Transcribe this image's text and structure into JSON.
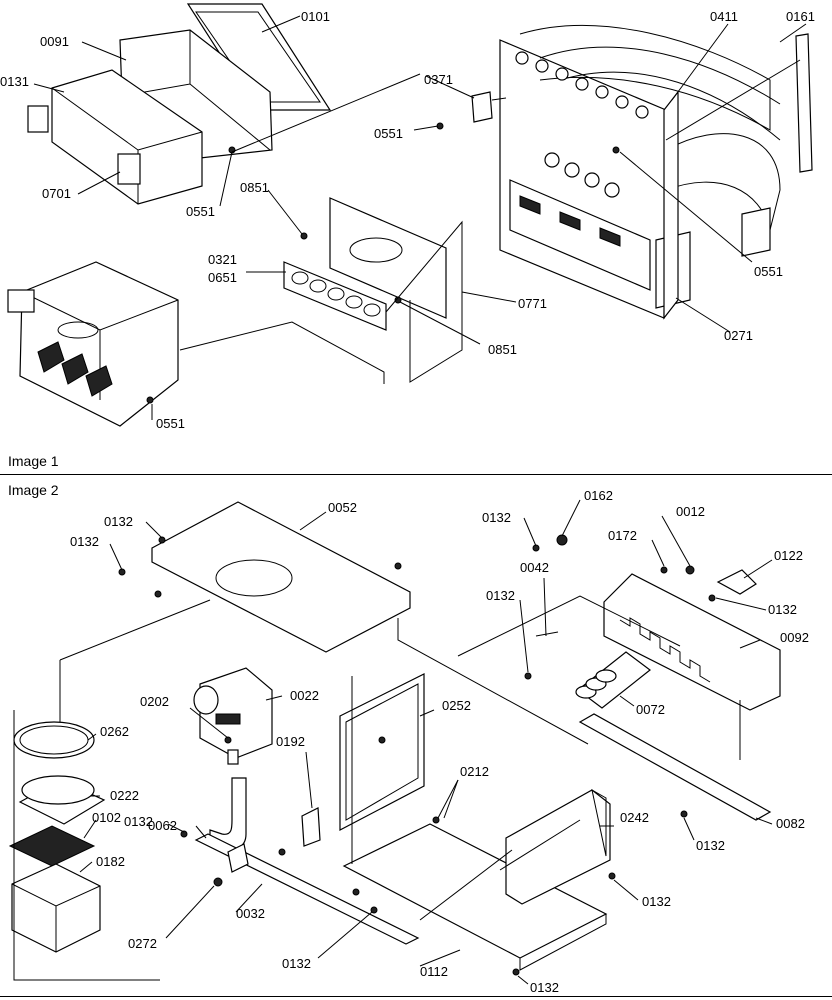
{
  "captions": {
    "image1": "Image 1",
    "image2": "Image 2"
  },
  "colors": {
    "ink": "#000000",
    "paper": "#ffffff"
  },
  "image1_labels": [
    {
      "id": "l1-0101",
      "text": "0101"
    },
    {
      "id": "l1-0091",
      "text": "0091"
    },
    {
      "id": "l1-0131",
      "text": "0131"
    },
    {
      "id": "l1-0701",
      "text": "0701"
    },
    {
      "id": "l1-0551a",
      "text": "0551"
    },
    {
      "id": "l1-0371",
      "text": "0371"
    },
    {
      "id": "l1-0551b",
      "text": "0551"
    },
    {
      "id": "l1-0411",
      "text": "0411"
    },
    {
      "id": "l1-0161",
      "text": "0161"
    },
    {
      "id": "l1-0851a",
      "text": "0851"
    },
    {
      "id": "l1-0321",
      "text": "0321"
    },
    {
      "id": "l1-0651",
      "text": "0651"
    },
    {
      "id": "l1-0771",
      "text": "0771"
    },
    {
      "id": "l1-0851b",
      "text": "0851"
    },
    {
      "id": "l1-0551c",
      "text": "0551"
    },
    {
      "id": "l1-0551d",
      "text": "0551"
    },
    {
      "id": "l1-0271",
      "text": "0271"
    }
  ],
  "image2_labels": [
    {
      "id": "l2-0132a",
      "text": "0132"
    },
    {
      "id": "l2-0132b",
      "text": "0132"
    },
    {
      "id": "l2-0052",
      "text": "0052"
    },
    {
      "id": "l2-0132c",
      "text": "0132"
    },
    {
      "id": "l2-0162",
      "text": "0162"
    },
    {
      "id": "l2-0012",
      "text": "0012"
    },
    {
      "id": "l2-0172",
      "text": "0172"
    },
    {
      "id": "l2-0042",
      "text": "0042"
    },
    {
      "id": "l2-0122",
      "text": "0122"
    },
    {
      "id": "l2-0132d",
      "text": "0132"
    },
    {
      "id": "l2-0132e",
      "text": "0132"
    },
    {
      "id": "l2-0092",
      "text": "0092"
    },
    {
      "id": "l2-0202",
      "text": "0202"
    },
    {
      "id": "l2-0022",
      "text": "0022"
    },
    {
      "id": "l2-0252",
      "text": "0252"
    },
    {
      "id": "l2-0262",
      "text": "0262"
    },
    {
      "id": "l2-0192",
      "text": "0192"
    },
    {
      "id": "l2-0072",
      "text": "0072"
    },
    {
      "id": "l2-0222",
      "text": "0222"
    },
    {
      "id": "l2-0212",
      "text": "0212"
    },
    {
      "id": "l2-0132f",
      "text": "0132"
    },
    {
      "id": "l2-0242",
      "text": "0242"
    },
    {
      "id": "l2-0062",
      "text": "0062"
    },
    {
      "id": "l2-0102",
      "text": "0102"
    },
    {
      "id": "l2-0082",
      "text": "0082"
    },
    {
      "id": "l2-0132g",
      "text": "0132"
    },
    {
      "id": "l2-0182",
      "text": "0182"
    },
    {
      "id": "l2-0032",
      "text": "0032"
    },
    {
      "id": "l2-0132h",
      "text": "0132"
    },
    {
      "id": "l2-0272",
      "text": "0272"
    },
    {
      "id": "l2-0132i",
      "text": "0132"
    },
    {
      "id": "l2-0112",
      "text": "0112"
    },
    {
      "id": "l2-0132j",
      "text": "0132"
    }
  ]
}
